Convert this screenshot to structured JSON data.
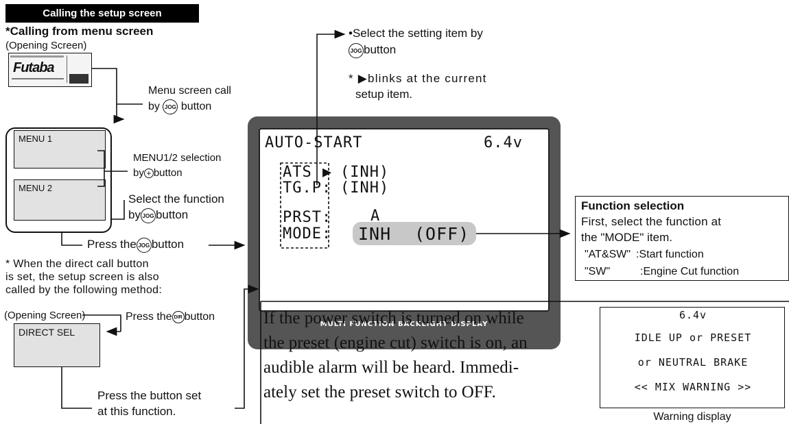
{
  "header": "Calling the setup screen",
  "menu_call": {
    "title": "*Calling from menu screen",
    "opening_screen": "(Opening Screen)",
    "screen_logo": "Futaba",
    "menu_screen_call_line1": "Menu screen call",
    "menu_screen_call_by": "by",
    "menu_screen_call_button": "button",
    "menu1": "MENU 1",
    "menu2": "MENU 2",
    "selection_line1": "MENU1/2 selection",
    "selection_by": "by",
    "selection_button": "button",
    "select_function_line1": "Select the function",
    "select_function_by": "by",
    "select_function_button": "button",
    "press_the": "Press the",
    "press_button": "button"
  },
  "direct_call": {
    "note_line1": "* When the direct call button",
    "note_line2": "is set, the setup screen is also",
    "note_line3": "called by the following method:",
    "opening_screen": "(Opening Screen)",
    "press_the": "Press the",
    "press_button": "button",
    "direct_sel": "DIRECT SEL",
    "press_set_line1": "Press the button set",
    "press_set_line2": "at this function."
  },
  "icons": {
    "jog": "JOG",
    "plus": "+",
    "dir": "DIR"
  },
  "top_note": {
    "select_item_line1": "•Select the setting item by",
    "select_item_button": "button",
    "blink_star": "*",
    "blink_line1": "blinks at the current",
    "blink_line2": "setup item."
  },
  "lcd": {
    "title": "AUTO-START",
    "voltage": "6.4v",
    "row1_label": "ATS",
    "row1_value": "(INH)",
    "row2_label": "TG.P:",
    "row2_value": "(INH)",
    "row3_label": "PRST:",
    "row3_value": "A",
    "row4_label": "MODE:",
    "row4_value1": "INH",
    "row4_value2": "(OFF)",
    "device_label": "MULTI FUNCTION BACKLIGHT DISPLAY"
  },
  "function_selection": {
    "title": "Function selection",
    "line1": "First, select the function at",
    "line2": "the \"MODE\" item.",
    "opt1_key": "\"AT&SW\"",
    "opt1_val": ":Start function",
    "opt2_key": "\"SW\"",
    "opt2_val": ":Engine Cut function"
  },
  "warning_paragraph": {
    "line1": "If the power switch is turned on while",
    "line2": "the preset (engine cut) switch is on, an",
    "line3": "audible alarm will be heard. Immedi-",
    "line4": "ately set the preset switch to OFF."
  },
  "warning_display": {
    "voltage": "6.4v",
    "line1": "IDLE UP or PRESET",
    "line2": "or NEUTRAL BRAKE",
    "line3": "<< MIX WARNING >>",
    "caption": "Warning display"
  }
}
